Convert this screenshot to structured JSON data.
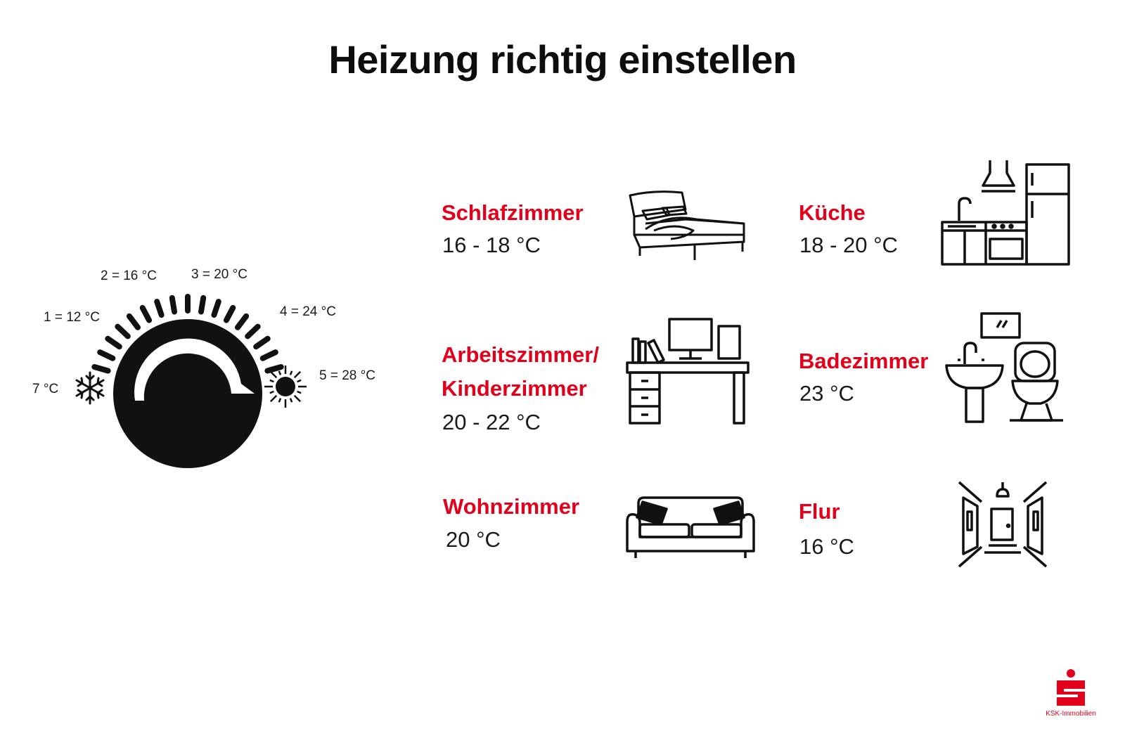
{
  "title": "Heizung richtig einstellen",
  "accent_color": "#e2001a",
  "dial": {
    "labels": {
      "snow": "7 °C",
      "level1": "1 = 12 °C",
      "level2": "2 = 16 °C",
      "level3": "3 = 20 °C",
      "level4": "4 = 24 °C",
      "level5": "5 = 28 °C"
    },
    "cold_icon": "snowflake-icon",
    "warm_icon": "sun-icon"
  },
  "rooms": {
    "schlafzimmer": {
      "name": "Schlafzimmer",
      "temp": "16 - 18 °C",
      "icon": "bed-icon"
    },
    "kueche": {
      "name": "Küche",
      "temp": "18 - 20 °C",
      "icon": "kitchen-icon"
    },
    "arbeitszimmer": {
      "name_line1": "Arbeitszimmer/",
      "name_line2": "Kinderzimmer",
      "temp": "20 - 22 °C",
      "icon": "desk-icon"
    },
    "badezimmer": {
      "name": "Badezimmer",
      "temp": "23 °C",
      "icon": "bathroom-icon"
    },
    "wohnzimmer": {
      "name": "Wohnzimmer",
      "temp": "20 °C",
      "icon": "sofa-icon"
    },
    "flur": {
      "name": "Flur",
      "temp": "16 °C",
      "icon": "hallway-icon"
    }
  },
  "brand": {
    "name": "KSK-Immobilien",
    "icon": "sparkasse-logo"
  }
}
